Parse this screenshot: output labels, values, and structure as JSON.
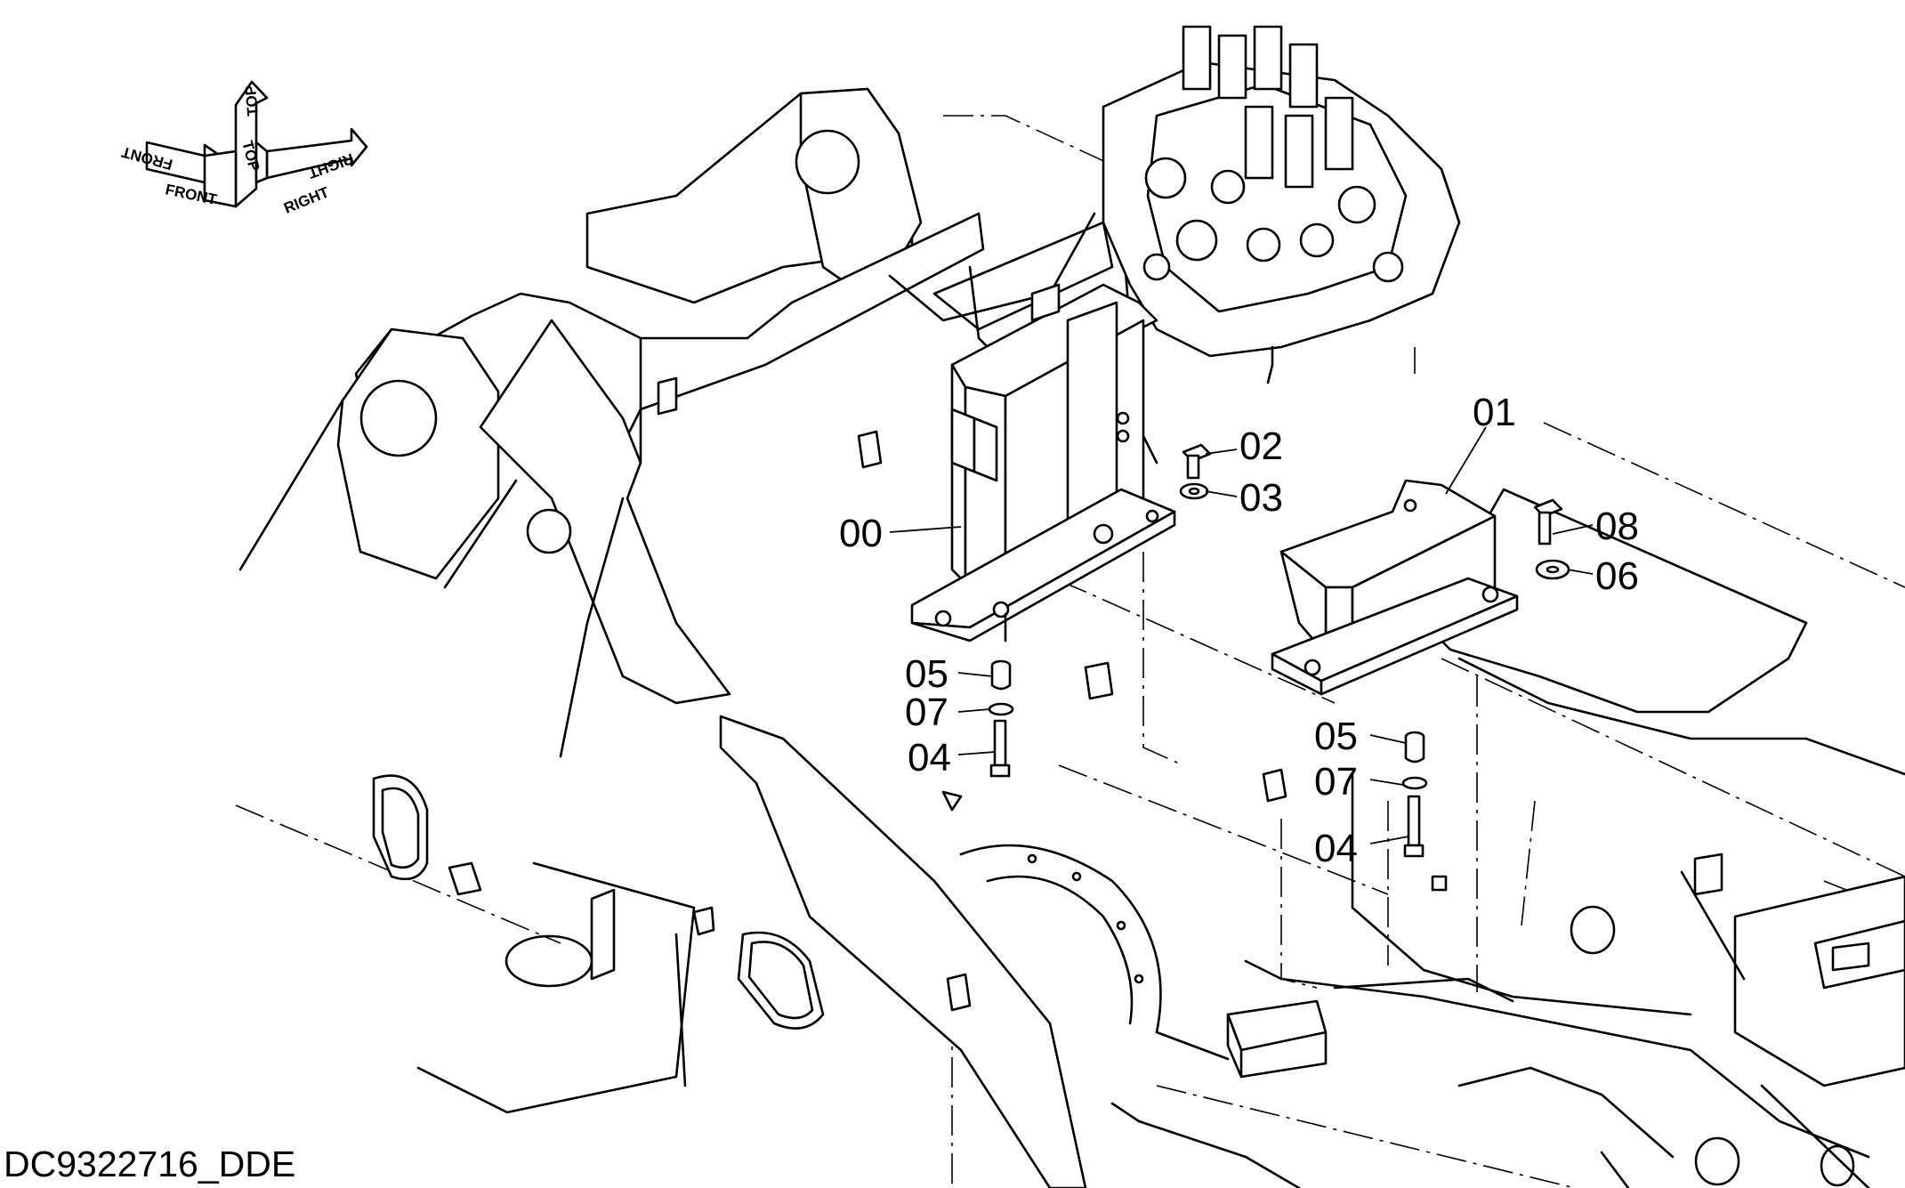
{
  "drawing_code": "DC9322716_DDE",
  "orientation": {
    "front": "FRONT",
    "top": "TOP",
    "right": "RIGHT"
  },
  "callouts": {
    "c00": "00",
    "c01": "01",
    "c02": "02",
    "c03": "03",
    "c04a": "04",
    "c04b": "04",
    "c05a": "05",
    "c05b": "05",
    "c06": "06",
    "c07a": "07",
    "c07b": "07",
    "c08": "08"
  }
}
